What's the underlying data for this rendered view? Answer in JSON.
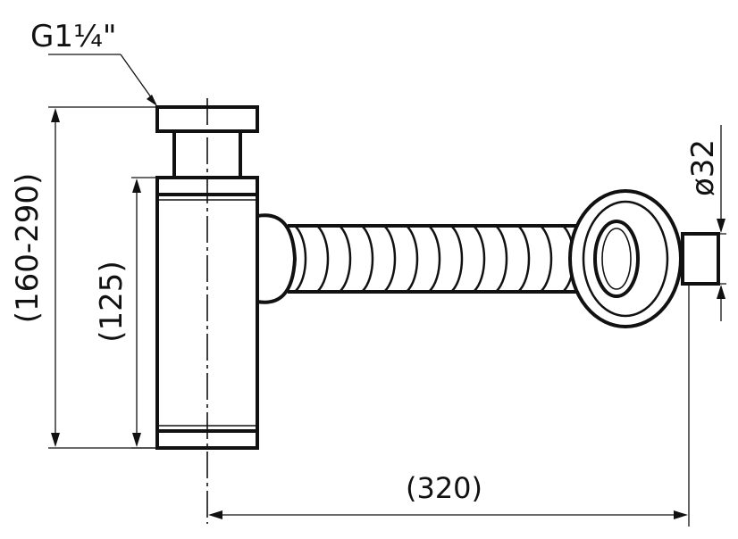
{
  "labels": {
    "thread": "G1¼\"",
    "overall_height": "(160-290)",
    "body_height": "(125)",
    "projection": "(320)",
    "outlet_diameter": "ø32"
  },
  "colors": {
    "line": "#111111",
    "background": "#ffffff"
  }
}
